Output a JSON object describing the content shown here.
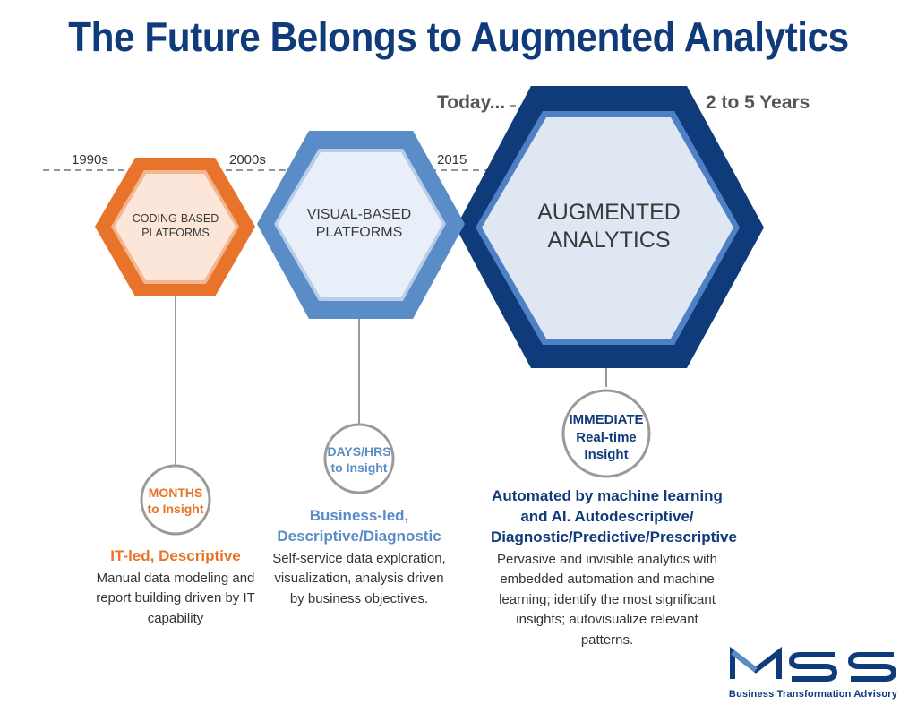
{
  "title": "The Future Belongs to Augmented Analytics",
  "timeline": {
    "eras": [
      "1990s",
      "2000s",
      "2015"
    ],
    "today": "Today...",
    "future": "2 to 5 Years"
  },
  "stages": [
    {
      "hex_label": "CODING-BASED PLATFORMS",
      "speed": [
        "MONTHS",
        "to Insight"
      ],
      "heading": "IT-led, Descriptive",
      "description": "Manual data modeling and report building driven by IT capability",
      "color": "#e8732a"
    },
    {
      "hex_label": "VISUAL-BASED PLATFORMS",
      "speed": [
        "DAYS/HRS",
        "to Insight"
      ],
      "heading": "Business-led, Descriptive/Diagnostic",
      "description": "Self-service data exploration, visualization, analysis driven by business objectives.",
      "color": "#5a8cc8"
    },
    {
      "hex_label": "AUGMENTED ANALYTICS",
      "speed": [
        "IMMEDIATE",
        "Real-time",
        "Insight"
      ],
      "heading": "Automated by machine learning and AI. Autodescriptive/ Diagnostic/Predictive/Prescriptive",
      "description": "Pervasive and invisible analytics with embedded automation and machine learning; identify the most significant insights; autovisualize relevant patterns.",
      "color": "#0f3b7a"
    }
  ],
  "logo": {
    "text": "MSS",
    "tagline": "Business Transformation Advisory"
  }
}
